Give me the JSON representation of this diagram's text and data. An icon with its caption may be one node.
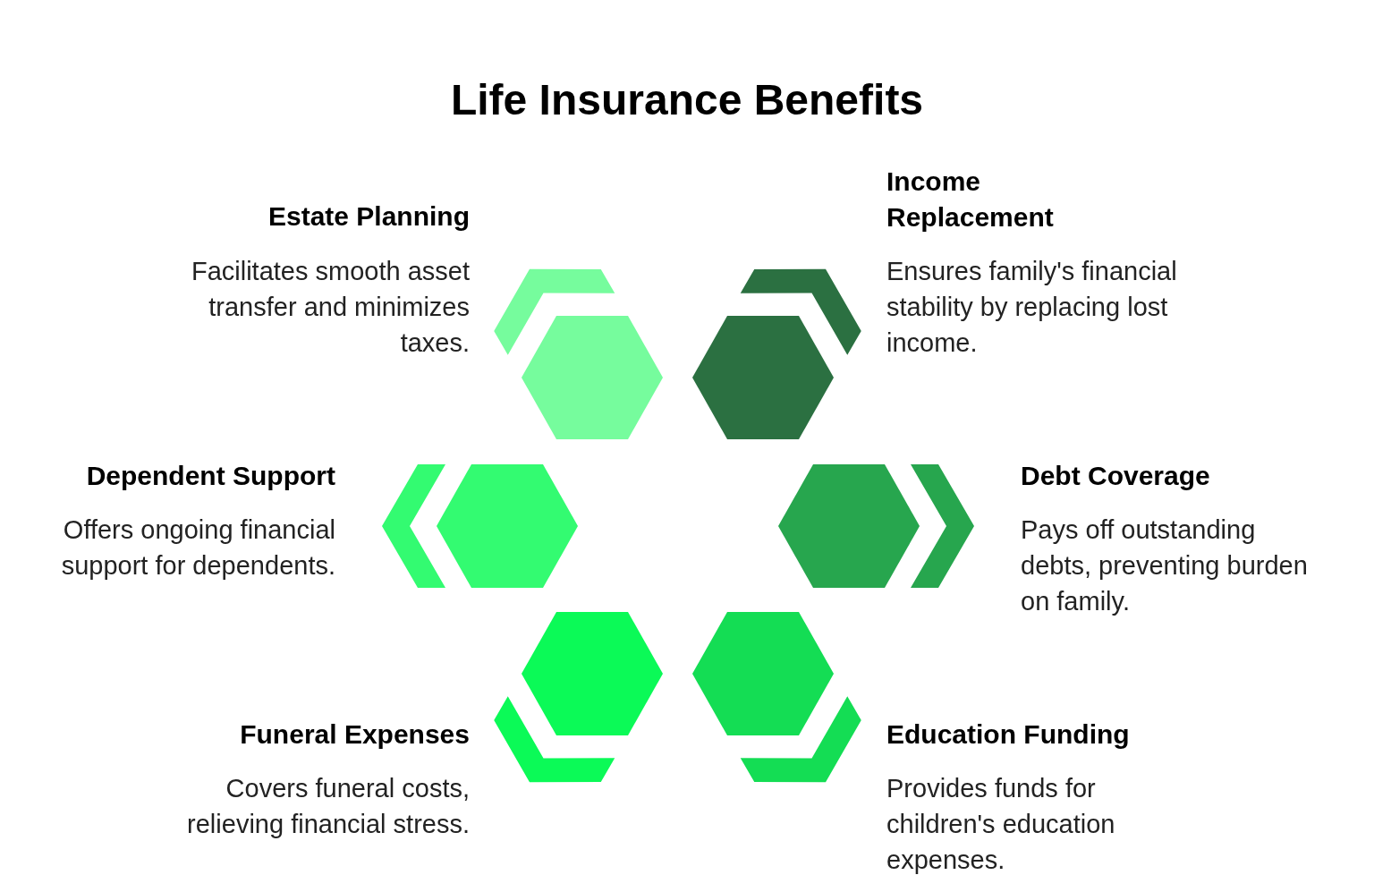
{
  "diagram": {
    "title": "Life Insurance Benefits",
    "nodes": [
      {
        "text": [
          "Estate Planning",
          "Facilitates smooth asset transfer and minimizes taxes."
        ]
      },
      {
        "text": [
          "Income Replacement",
          "Ensures family's financial stability by replacing lost income."
        ]
      },
      {
        "text": [
          "Dependent Support",
          "Offers ongoing financial support for dependents."
        ]
      },
      {
        "text": [
          "Debt Coverage",
          "Pays off outstanding debts, preventing burden on family."
        ]
      },
      {
        "text": [
          "Funeral Expenses",
          "Covers funeral costs, relieving financial stress."
        ]
      },
      {
        "text": [
          "Education Funding",
          "Provides funds for children's education expenses."
        ]
      }
    ]
  }
}
